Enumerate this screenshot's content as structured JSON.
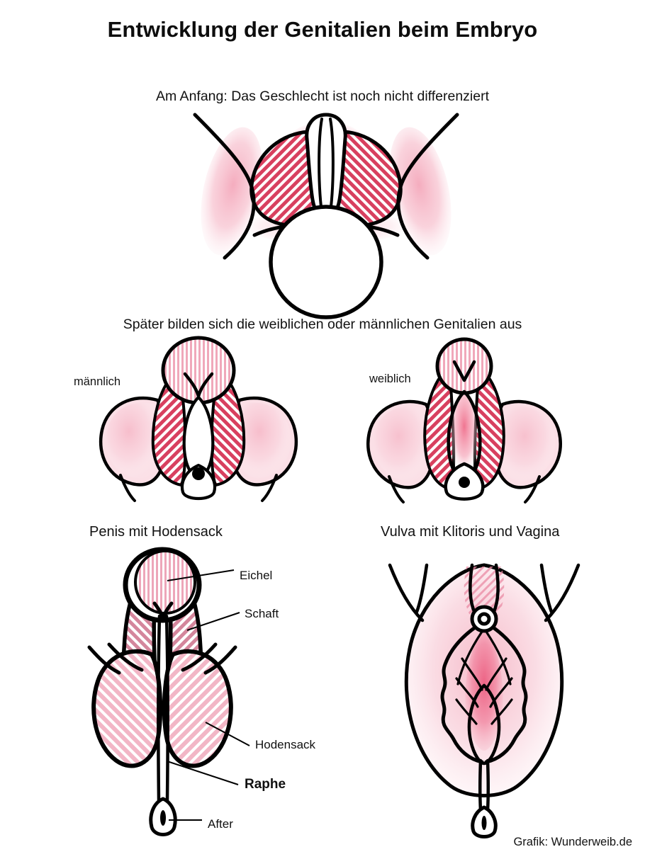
{
  "document": {
    "title": "Entwicklung der Genitalien beim Embryo",
    "credit": "Grafik: Wunderweib.de"
  },
  "sections": {
    "stage1": {
      "heading": "Am Anfang: Das Geschlecht ist noch nicht differenziert"
    },
    "stage2": {
      "heading": "Später bilden sich die weiblichen oder männlichen Genitalien aus",
      "label_male": "männlich",
      "label_female": "weiblich"
    },
    "stage3": {
      "caption_left": "Penis mit Hodensack",
      "caption_right": "Vulva mit Klitoris und Vagina"
    }
  },
  "callouts": [
    {
      "id": "eichel",
      "label": "Eichel",
      "bold": false
    },
    {
      "id": "schaft",
      "label": "Schaft",
      "bold": false
    },
    {
      "id": "hodensack",
      "label": "Hodensack",
      "bold": false
    },
    {
      "id": "raphe",
      "label": "Raphe",
      "bold": true
    },
    {
      "id": "after",
      "label": "After",
      "bold": false
    }
  ],
  "colors": {
    "background": "#ffffff",
    "ink": "#111111",
    "outline": "#000000",
    "hatch_dark": "#d8405f",
    "hatch_light": "#f2aec0",
    "stripe_glans": "#f0a8ba",
    "wash_pink": "#f6c3cf",
    "wash_pink_soft": "#fadfe6",
    "vestibule": "#ef7d96"
  }
}
